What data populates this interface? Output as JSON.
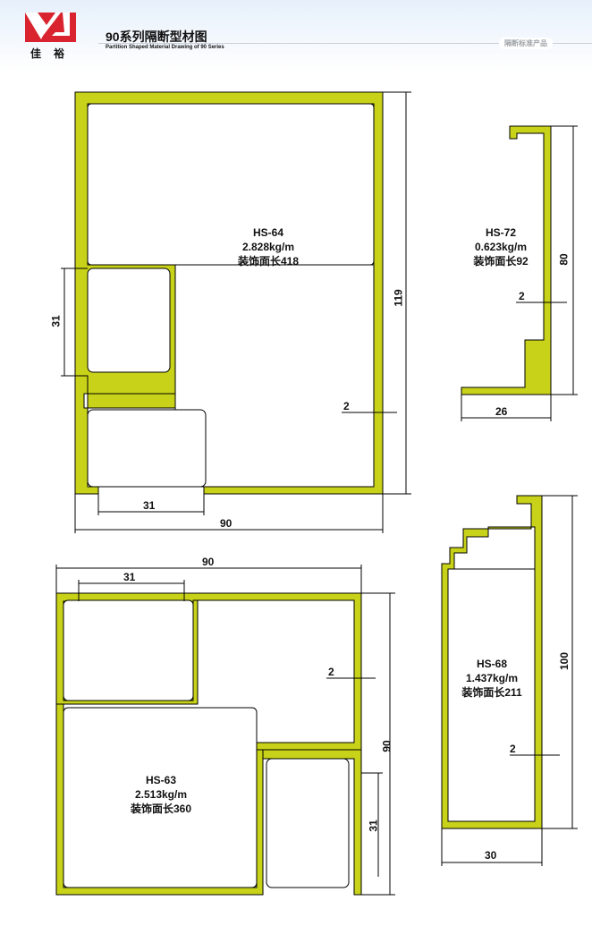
{
  "header": {
    "logo_text": "佳裕",
    "title": "90系列隔断型材图",
    "subtitle": "Partition Shaped Material Drawing of 90 Series",
    "tag": "隔断标准产品",
    "brand_color": "#d9242f"
  },
  "profile_color": "#c8d219",
  "profiles": [
    {
      "code": "HS-64",
      "weight": "2.828kg/m",
      "decor_length": "装饰面长418",
      "dims": {
        "height": "119",
        "width": "90",
        "slot_width": "31",
        "slot_height": "31",
        "wall": "2"
      }
    },
    {
      "code": "HS-72",
      "weight": "0.623kg/m",
      "decor_length": "装饰面长92",
      "dims": {
        "height": "80",
        "width": "26",
        "wall": "2"
      }
    },
    {
      "code": "HS-63",
      "weight": "2.513kg/m",
      "decor_length": "装饰面长360",
      "dims": {
        "height": "90",
        "width": "90",
        "slot_width": "31",
        "slot_height": "31",
        "wall": "2"
      }
    },
    {
      "code": "HS-68",
      "weight": "1.437kg/m",
      "decor_length": "装饰面长211",
      "dims": {
        "height": "100",
        "width": "30",
        "wall": "2"
      }
    }
  ]
}
